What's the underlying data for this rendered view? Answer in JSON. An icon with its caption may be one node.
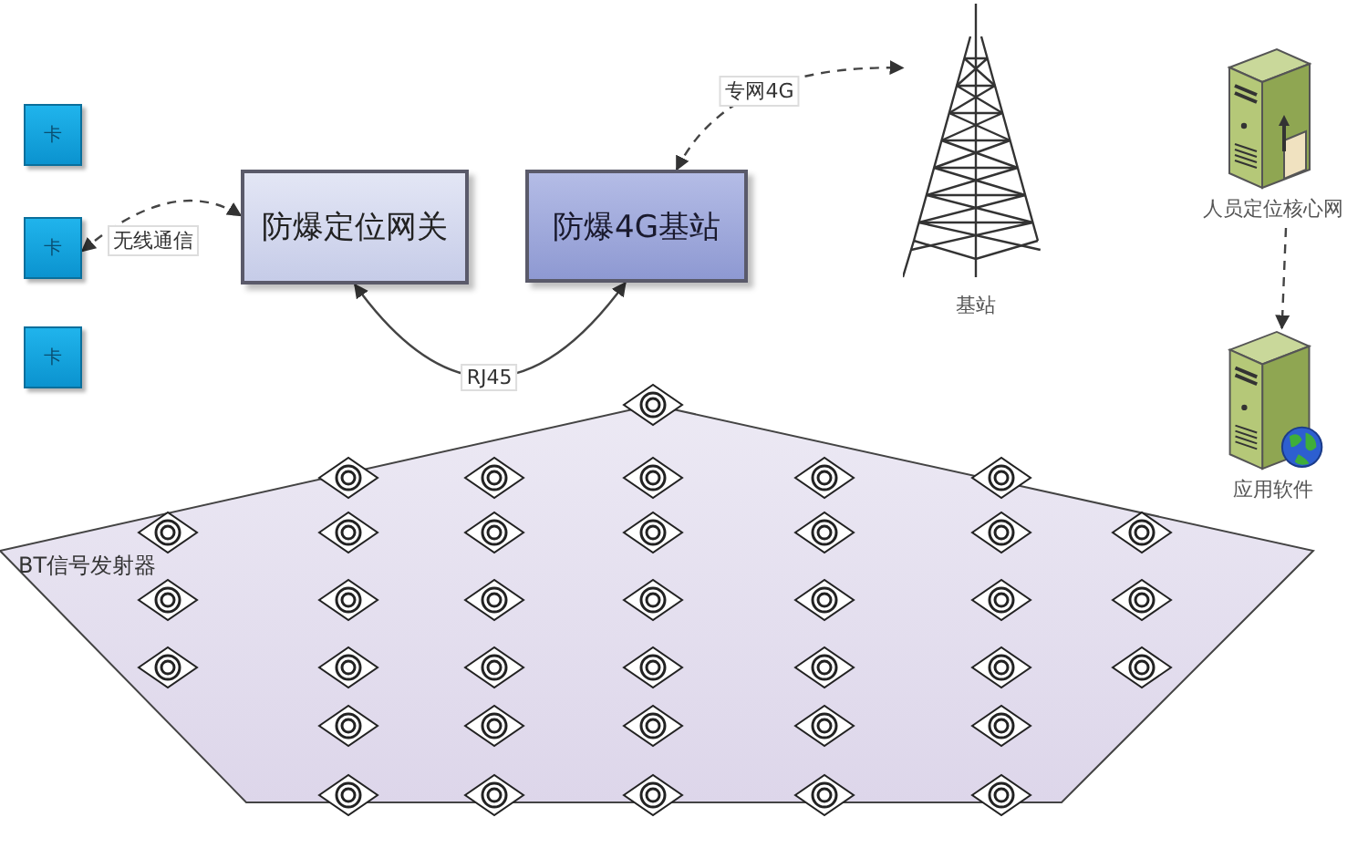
{
  "diagram": {
    "nodes": [
      {
        "text": [
          "卡"
        ]
      },
      {
        "text": [
          "卡"
        ]
      },
      {
        "text": [
          "卡"
        ]
      },
      {
        "text": [
          "防爆定位网关"
        ]
      },
      {
        "text": [
          "防爆4G基站"
        ]
      },
      {
        "text": [
          "基站"
        ]
      },
      {
        "text": [
          "人员定位核心网"
        ]
      },
      {
        "text": [
          "应用软件"
        ]
      },
      {
        "text": [
          "BT信号发射器"
        ]
      }
    ],
    "edges": [
      {
        "from": 1,
        "to": 3,
        "arrow": "both",
        "label": "无线通信",
        "style": "dashed"
      },
      {
        "from": 3,
        "to": 4,
        "arrow": "both",
        "label": "RJ45"
      },
      {
        "from": 4,
        "to": 5,
        "arrow": "both",
        "label": "专网4G",
        "style": "dashed"
      },
      {
        "from": 6,
        "to": 7,
        "arrow": "to",
        "style": "dashed"
      }
    ]
  }
}
